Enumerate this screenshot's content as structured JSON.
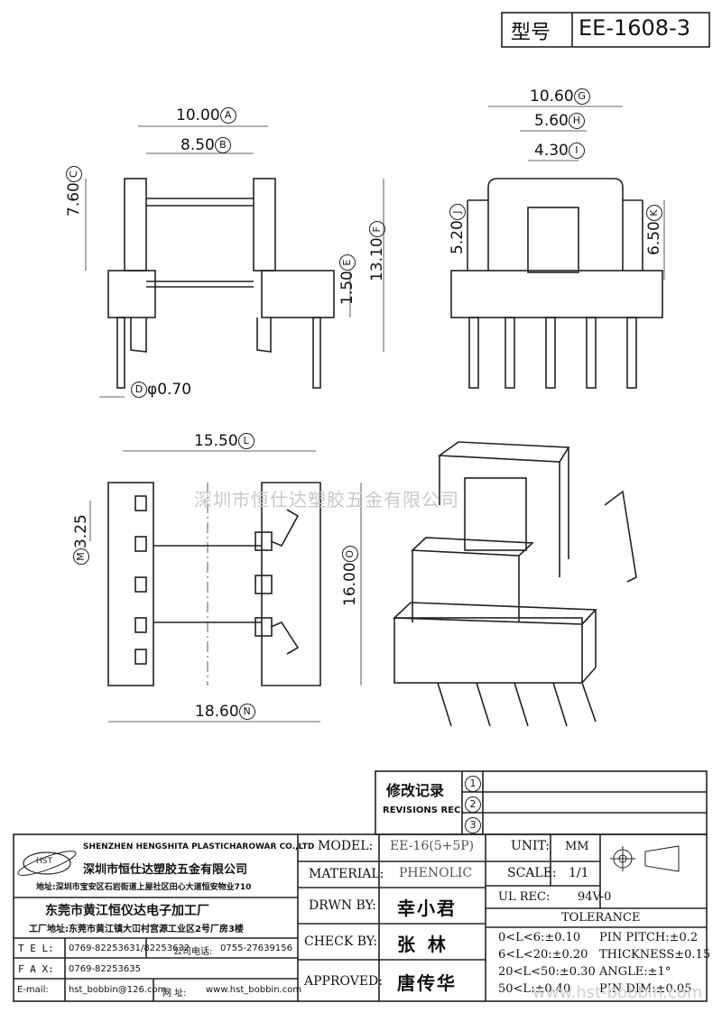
{
  "title_block": {
    "type_label": "型号",
    "part_number": "EE-1608-3"
  },
  "dimensions": {
    "A": {
      "value": "10.00",
      "letter": "A"
    },
    "B": {
      "value": "8.50",
      "letter": "B"
    },
    "C": {
      "value": "7.60",
      "letter": "C"
    },
    "D": {
      "value": "φ0.70",
      "letter": "D"
    },
    "E": {
      "value": "1.50",
      "letter": "E"
    },
    "F": {
      "value": "13.10",
      "letter": "F"
    },
    "G": {
      "value": "10.60",
      "letter": "G"
    },
    "H": {
      "value": "5.60",
      "letter": "H"
    },
    "I": {
      "value": "4.30",
      "letter": "I"
    },
    "J": {
      "value": "5.20",
      "letter": "J"
    },
    "K": {
      "value": "6.50",
      "letter": "K"
    },
    "L": {
      "value": "15.50",
      "letter": "L"
    },
    "M": {
      "value": "3.25",
      "letter": "M"
    },
    "N": {
      "value": "18.60",
      "letter": "N"
    },
    "O": {
      "value": "16.00",
      "letter": "O"
    }
  },
  "watermark": "深圳市恒仕达塑胶五金有限公司",
  "revisions": {
    "title_cn": "修改记录",
    "title_en": "REVISIONS REC.",
    "numbers": [
      "1",
      "2",
      "3"
    ]
  },
  "company": {
    "logo_text": "HST",
    "name_en": "SHENZHEN HENGSHITA PLASTICHAROWAR CO.,LTD",
    "name_cn": "深圳市恒仕达塑胶五金有限公司",
    "address": "地址:深圳市宝安区石岩街道上屋社区田心大道恒安物业710",
    "factory_name": "东莞市黄江恒仪达电子加工厂",
    "factory_address": "工厂地址:东莞市黄江镇大冚村宫源工业区2号厂房3楼",
    "tel_label": "T E L:",
    "tel": "0769-82253631/82253632",
    "company_tel_label": "公司电话:",
    "company_tel": "0755-27639156",
    "fax_label": "F A X:",
    "fax": "0769-82253635",
    "email_label": "E-mail:",
    "email": "hst_bobbin@126.com",
    "web_label": "网 址:",
    "web": "www.hst_bobbin.com"
  },
  "spec": {
    "model_label": "MODEL:",
    "model": "EE-16(5+5P)",
    "material_label": "MATERIAL:",
    "material": "PHENOLIC",
    "drawn_label": "DRWN BY:",
    "drawn": "幸小君",
    "check_label": "CHECK BY:",
    "check": "张  林",
    "approved_label": "APPROVED:",
    "approved": "唐传华",
    "unit_label": "UNIT:",
    "unit": "MM",
    "scale_label": "SCALE:",
    "scale": "1/1",
    "ul_label": "UL REC:",
    "ul": "94V-0",
    "tolerance_title": "TOLERANCE",
    "tolerance_lines": [
      "0<L<6:±0.10",
      "6<L<20:±0.20",
      "20<L<50:±0.30",
      "50<L:±0.40"
    ],
    "tolerance_right": [
      "PIN PITCH:±0.2",
      "THICKNESS±0.15",
      "ANGLE:±1°",
      "PIN DIM:±0.05"
    ]
  },
  "bottom_watermark": "www.hst-bobbin.com"
}
